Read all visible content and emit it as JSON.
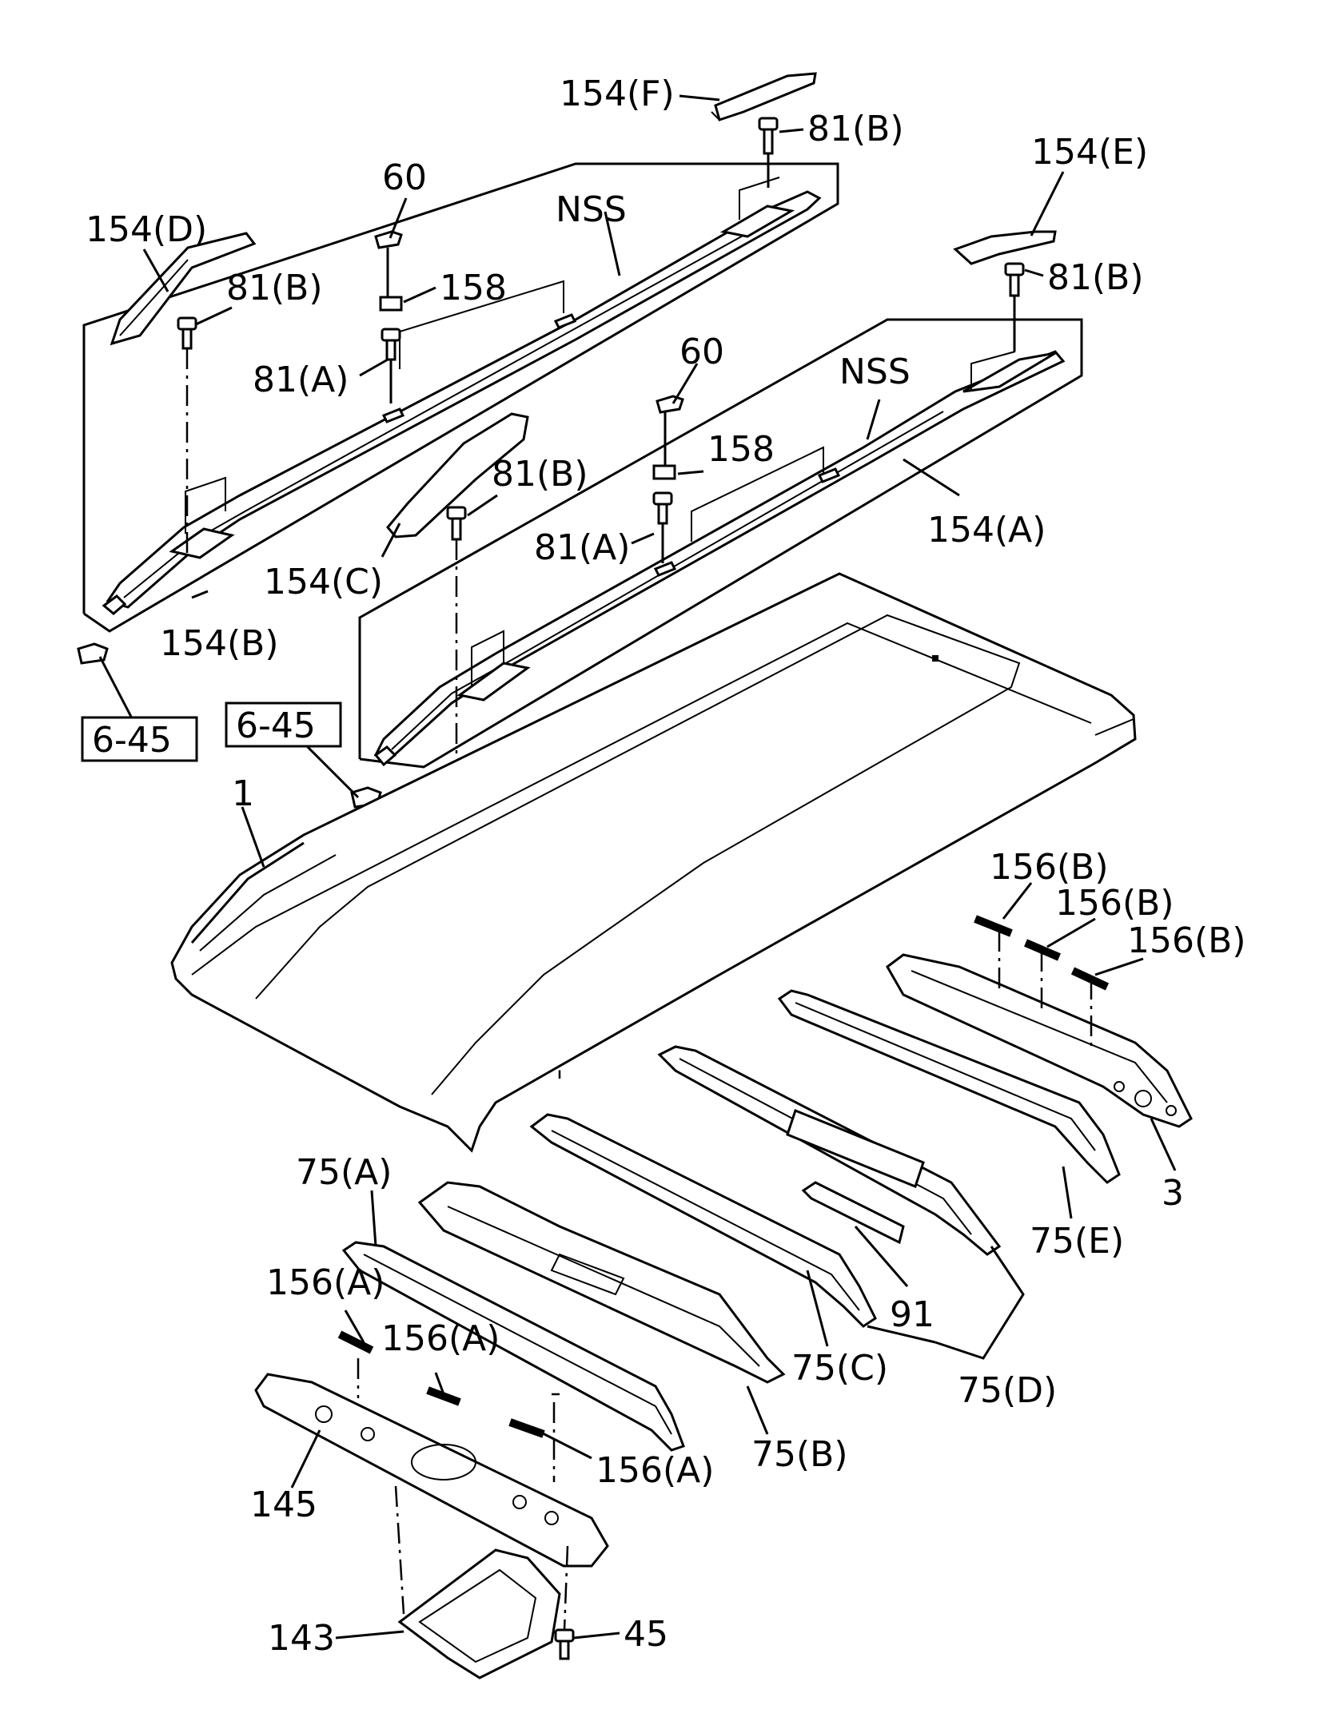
{
  "diagram": {
    "callouts": {
      "c154F": "154(F)",
      "c81B_1": "81(B)",
      "c60_1": "60",
      "c154E": "154(E)",
      "c154D": "154(D)",
      "cNSS_1": "NSS",
      "c81B_2": "81(B)",
      "c158_1": "158",
      "c81B_3": "81(B)",
      "c81A_1": "81(A)",
      "cNSS_2": "NSS",
      "c60_2": "60",
      "c158_2": "158",
      "c81B_4": "81(B)",
      "c154A": "154(A)",
      "c81A_2": "81(A)",
      "c154C": "154(C)",
      "c154B": "154(B)",
      "c6_45_1": "6-45",
      "c6_45_2": "6-45",
      "c1": "1",
      "c156B_1": "156(B)",
      "c156B_2": "156(B)",
      "c156B_3": "156(B)",
      "c3": "3",
      "c75A": "75(A)",
      "c75E": "75(E)",
      "c156A_1": "156(A)",
      "c156A_2": "156(A)",
      "c91": "91",
      "c75C": "75(C)",
      "c75D": "75(D)",
      "c75B": "75(B)",
      "c145": "145",
      "c156A_3": "156(A)",
      "c143": "143",
      "c45": "45"
    }
  }
}
